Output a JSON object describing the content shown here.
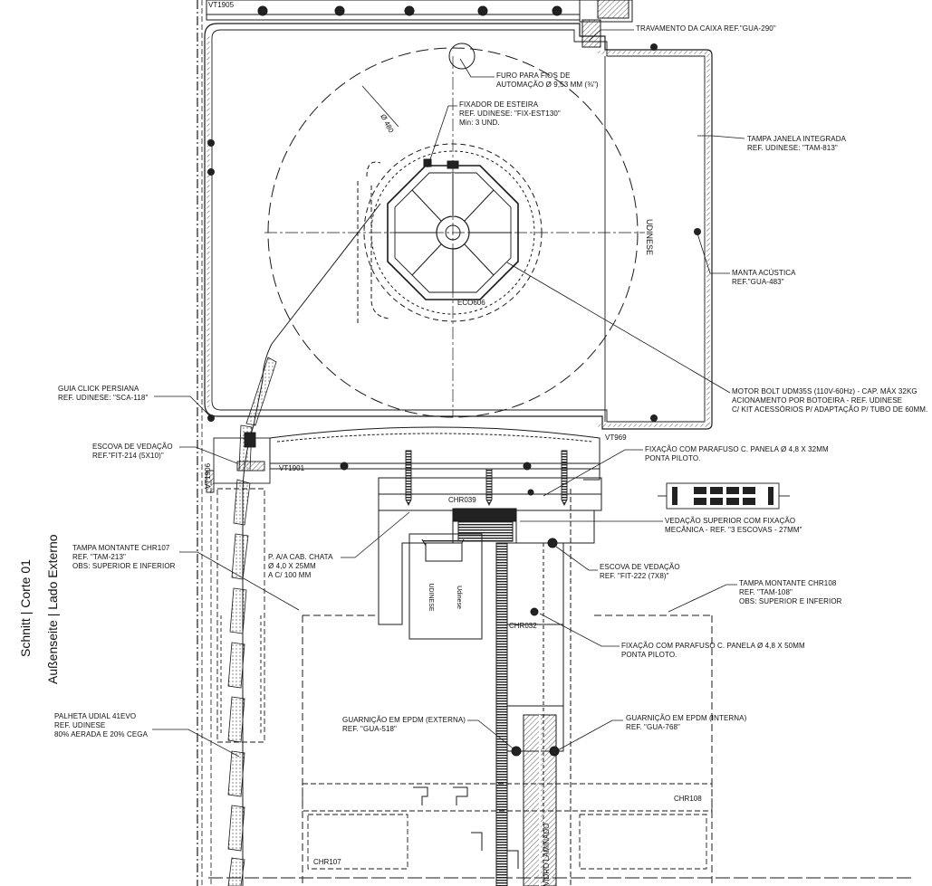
{
  "side_title": {
    "line1": "Schnitt | Corte 01",
    "line2": "Außenseite | Lado Externo"
  },
  "annotations": [
    {
      "id": "travamento",
      "lines": [
        "TRAVAMENTO DA CAIXA REF.\"GUA-290\""
      ]
    },
    {
      "id": "furo",
      "lines": [
        "FURO PARA FIOS DE",
        "AUTOMAÇÃO  Ø 9,53 MM (⅜\")"
      ]
    },
    {
      "id": "fixador",
      "lines": [
        "FIXADOR DE ESTEIRA",
        "REF. UDINESE: \"FIX-EST130\"",
        "Min: 3 UND."
      ]
    },
    {
      "id": "tampa-janela",
      "lines": [
        "TAMPA JANELA INTEGRADA",
        "REF. UDINESE: \"TAM-813\""
      ]
    },
    {
      "id": "manta",
      "lines": [
        "MANTA ACÚSTICA",
        "REF.\"GUA-483\""
      ]
    },
    {
      "id": "motor",
      "lines": [
        "MOTOR BOLT UDM35S (110V-60Hz) - CAP. MÁX 32KG",
        "ACIONAMENTO POR BOTOEIRA - REF. UDINESE",
        "C/ KIT ACESSÓRIOS P/ ADAPTAÇÃO P/ TUBO DE 60MM."
      ]
    },
    {
      "id": "guia-click",
      "lines": [
        "GUIA CLICK PERSIANA",
        "REF. UDINESE: \"SCA-118\""
      ]
    },
    {
      "id": "escova-1",
      "lines": [
        "ESCOVA DE VEDAÇÃO",
        "REF.\"FIT-214 (5X10)\""
      ]
    },
    {
      "id": "fixacao-1",
      "lines": [
        "FIXAÇÃO COM PARAFUSO C. PANELA Ø 4,8 X 32MM",
        "PONTA PILOTO."
      ]
    },
    {
      "id": "vedacao-sup",
      "lines": [
        "VEDAÇÃO SUPERIOR COM FIXAÇÃO",
        "MECÂNICA - REF. \"3 ESCOVAS - 27MM\""
      ]
    },
    {
      "id": "tampa-chr107",
      "lines": [
        "TAMPA MONTANTE CHR107",
        "REF. \"TAM-213\"",
        "OBS: SUPERIOR E INFERIOR"
      ]
    },
    {
      "id": "paraf-chata",
      "lines": [
        "P. A/A CAB. CHATA",
        "Ø 4,0 X 25MM",
        "A C/ 100 MM"
      ]
    },
    {
      "id": "escova-2",
      "lines": [
        "ESCOVA DE VEDAÇÃO",
        "REF. \"FIT-222 (7X8)\""
      ]
    },
    {
      "id": "tampa-chr108",
      "lines": [
        "TAMPA MONTANTE CHR108",
        "REF. \"TAM-108\"",
        "OBS: SUPERIOR E INFERIOR"
      ]
    },
    {
      "id": "fixacao-2",
      "lines": [
        "FIXAÇÃO COM PARAFUSO C. PANELA Ø 4,8 X 50MM",
        "PONTA PILOTO."
      ]
    },
    {
      "id": "palheta",
      "lines": [
        "PALHETA UDIAL 41EVO",
        "REF. UDINESE",
        "80% AERADA E 20% CEGA"
      ]
    },
    {
      "id": "guarnicao-ext",
      "lines": [
        "GUARNIÇÃO EM EPDM (EXTERNA)",
        "REF. \"GUA-518\""
      ]
    },
    {
      "id": "guarnicao-int",
      "lines": [
        "GUARNIÇÃO EM EPDM (INTERNA)",
        "REF. \"GUA-768\""
      ]
    }
  ],
  "tags": {
    "vt1905": "VT1905",
    "vt969": "VT969",
    "vt1901": "VT1901",
    "vt1906": "VT1906",
    "eco606": "ECO606",
    "chr039": "CHR039",
    "chr032": "CHR032",
    "chr108": "CHR108",
    "chr107": "CHR107",
    "dia": "Ø 480",
    "brand_box": "UDINESE",
    "brand_motor": "UDINESE",
    "brand_motor2": "Udinese",
    "vidro": "VIDRO LAMINADO"
  },
  "colors": {
    "line": "#1a1a1a",
    "hatch": "#444444",
    "background": "#ffffff"
  }
}
